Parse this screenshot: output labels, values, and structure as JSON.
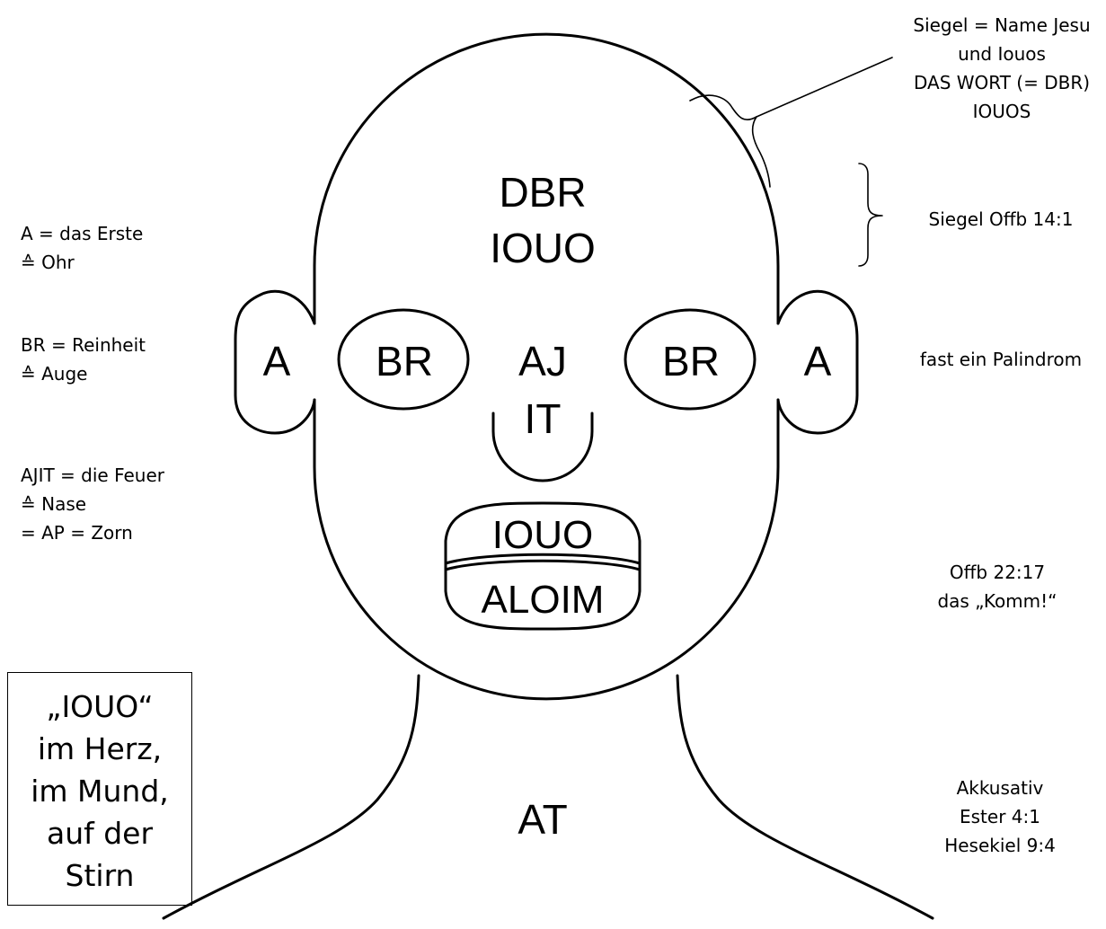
{
  "face": {
    "forehead_top": "DBR",
    "forehead_bottom": "IOUO",
    "ear_left": "A",
    "ear_right": "A",
    "eye_left": "BR",
    "eye_right": "BR",
    "nose_top": "AJ",
    "nose_bottom": "IT",
    "mouth_upper": "IOUO",
    "mouth_lower": "ALOIM",
    "neck": "AT"
  },
  "notes_left": [
    {
      "lines": [
        "A = das Erste",
        "≙ Ohr"
      ]
    },
    {
      "lines": [
        "BR = Reinheit",
        "≙ Auge"
      ]
    },
    {
      "lines": [
        "AJIT = die Feuer",
        "≙ Nase",
        "= AP = Zorn"
      ]
    }
  ],
  "notes_right": {
    "seal_name": [
      "Siegel = Name Jesu",
      "und Iouos",
      "DAS WORT (= DBR)",
      "IOUOS"
    ],
    "seal_reference": "Siegel Offb 14:1",
    "palindrome": "fast ein Palindrom",
    "come": [
      "Offb 22:17",
      "das „Komm!“"
    ],
    "accusative": [
      "Akkusativ",
      "Ester 4:1",
      "Hesekiel 9:4"
    ]
  },
  "box": [
    "„IOUO“",
    "im Herz,",
    "im Mund,",
    "auf der",
    "Stirn"
  ]
}
